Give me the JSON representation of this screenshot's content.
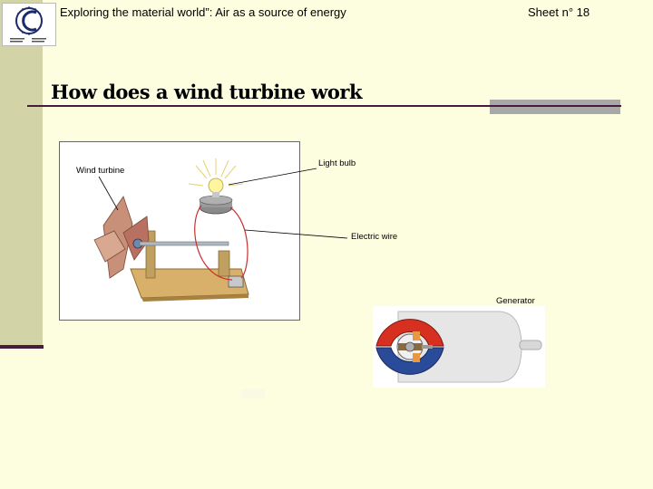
{
  "header": {
    "title": "Exploring the material world”: Air as a source of energy",
    "sheet": "Sheet n° 18"
  },
  "slide": {
    "title": "How does a wind turbine work"
  },
  "diagram": {
    "labels": {
      "wind_turbine": "Wind turbine",
      "light_bulb": "Light bulb",
      "electric_wire": "Electric wire",
      "generator": "Generator"
    }
  },
  "colors": {
    "background": "#fdfde0",
    "side_band": "#d3d3a8",
    "rule": "#4a1a3a",
    "accent_gray": "#a8a8a8",
    "magnet_red": "#d83020",
    "magnet_blue": "#2a4a9a"
  },
  "icons": {
    "logo": "council-of-europe-logo"
  }
}
